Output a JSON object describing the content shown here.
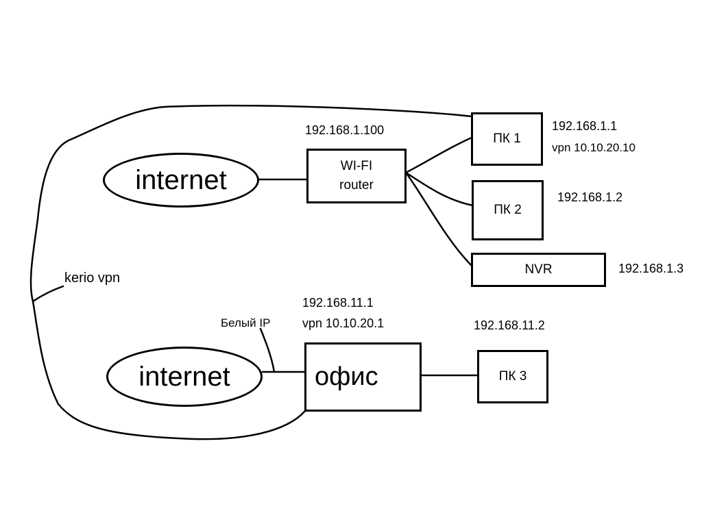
{
  "nodes": {
    "internet_top": {
      "label": "internet"
    },
    "internet_bottom": {
      "label": "internet"
    },
    "router": {
      "line1": "WI-FI",
      "line2": "router"
    },
    "pk1": {
      "label": "ПК 1"
    },
    "pk2": {
      "label": "ПК 2"
    },
    "nvr": {
      "label": "NVR"
    },
    "office": {
      "label": "офис"
    },
    "pk3": {
      "label": "ПК 3"
    }
  },
  "labels": {
    "router_ip": "192.168.1.100",
    "pk1_ip": "192.168.1.1",
    "pk1_vpn": "vpn 10.10.20.10",
    "pk2_ip": "192.168.1.2",
    "nvr_ip": "192.168.1.3",
    "kerio_vpn": "kerio vpn",
    "office_ip": "192.168.11.1",
    "office_vpn": "vpn 10.10.20.1",
    "white_ip": "Белый IP",
    "pk3_ip": "192.168.11.2"
  }
}
